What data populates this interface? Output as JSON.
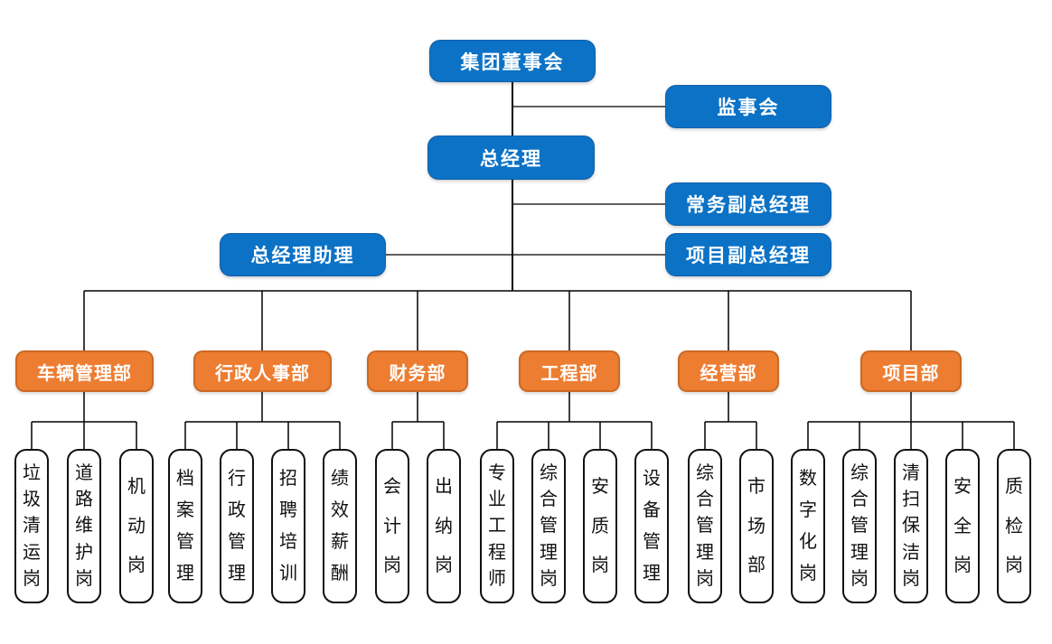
{
  "colors": {
    "background": "#FFFFFF",
    "blue": "#0B72C6",
    "orange": "#ED7D31",
    "line": "#000000",
    "post_bg": "#FFFFFF",
    "post_border": "#111111",
    "post_text": "#111111",
    "text_on_color": "#FFFFFF"
  },
  "executive": {
    "board": {
      "label": "集团董事会"
    },
    "supervisory": {
      "label": "监事会"
    },
    "gm": {
      "label": "总经理"
    },
    "exec_deputy_gm": {
      "label": "常务副总经理"
    },
    "gm_assistant": {
      "label": "总经理助理"
    },
    "project_deputy_gm": {
      "label": "项目副总经理"
    }
  },
  "departments": [
    {
      "label": "车辆管理部",
      "posts": [
        "垃圾清运岗",
        "道路维护岗",
        "机动岗"
      ]
    },
    {
      "label": "行政人事部",
      "posts": [
        "档案管理",
        "行政管理",
        "招聘培训",
        "绩效薪酬"
      ]
    },
    {
      "label": "财务部",
      "posts": [
        "会计岗",
        "出纳岗"
      ]
    },
    {
      "label": "工程部",
      "posts": [
        "专业工程师",
        "综合管理岗",
        "安质岗",
        "设备管理"
      ]
    },
    {
      "label": "经营部",
      "posts": [
        "综合管理岗",
        "市场部"
      ]
    },
    {
      "label": "项目部",
      "posts": [
        "数字化岗",
        "综合管理岗",
        "清扫保洁岗",
        "安全岗",
        "质检岗"
      ]
    }
  ]
}
